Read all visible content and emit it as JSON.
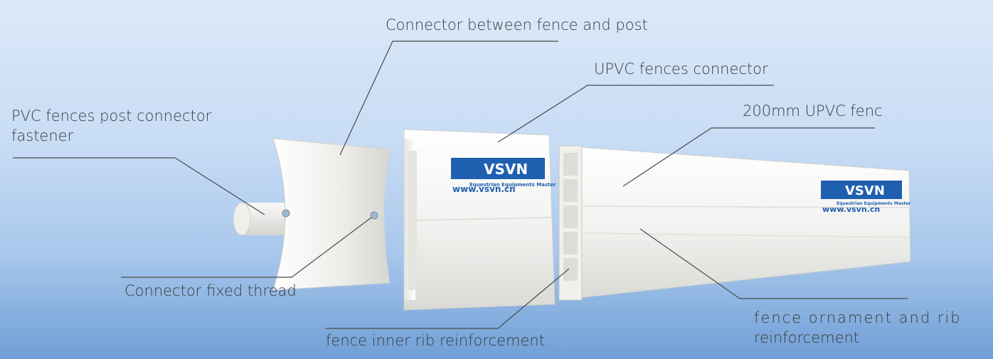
{
  "labels": {
    "connector_fence_post": "Connector between fence and post",
    "upvc_connector": "UPVC fences connector",
    "fence_200mm": "200mm UPVC fenc",
    "post_fastener_line1": "PVC fences post connector",
    "post_fastener_line2": "fastener",
    "fixed_thread": "Connector fixed thread",
    "inner_rib": "fence inner rib reinforcement",
    "ornament_line1": "fence ornament and rib",
    "ornament_line2": "reinforcement"
  },
  "brand": {
    "name": "VSVN",
    "tagline": "Equestrian Equipments Master",
    "url": "www.vsvn.cn"
  },
  "colors": {
    "brand_blue": "#1f5fb0",
    "leader_line": "#4a4a4a",
    "pvc_white": "#f4f4f2"
  }
}
